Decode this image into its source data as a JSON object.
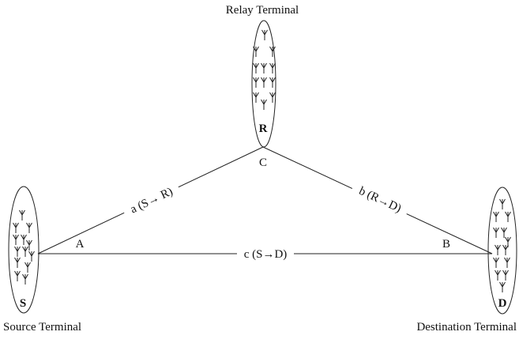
{
  "terminals": {
    "relay": {
      "caption": "Relay Terminal",
      "letter": "R"
    },
    "source": {
      "caption": "Source Terminal",
      "letter": "S"
    },
    "destination": {
      "caption": "Destination Terminal",
      "letter": "D"
    }
  },
  "vertices": {
    "a": "A",
    "b": "B",
    "c": "C"
  },
  "links": {
    "sr": "a (S→ R)",
    "rd": "b (R→D)",
    "sd": "c (S→D)"
  }
}
